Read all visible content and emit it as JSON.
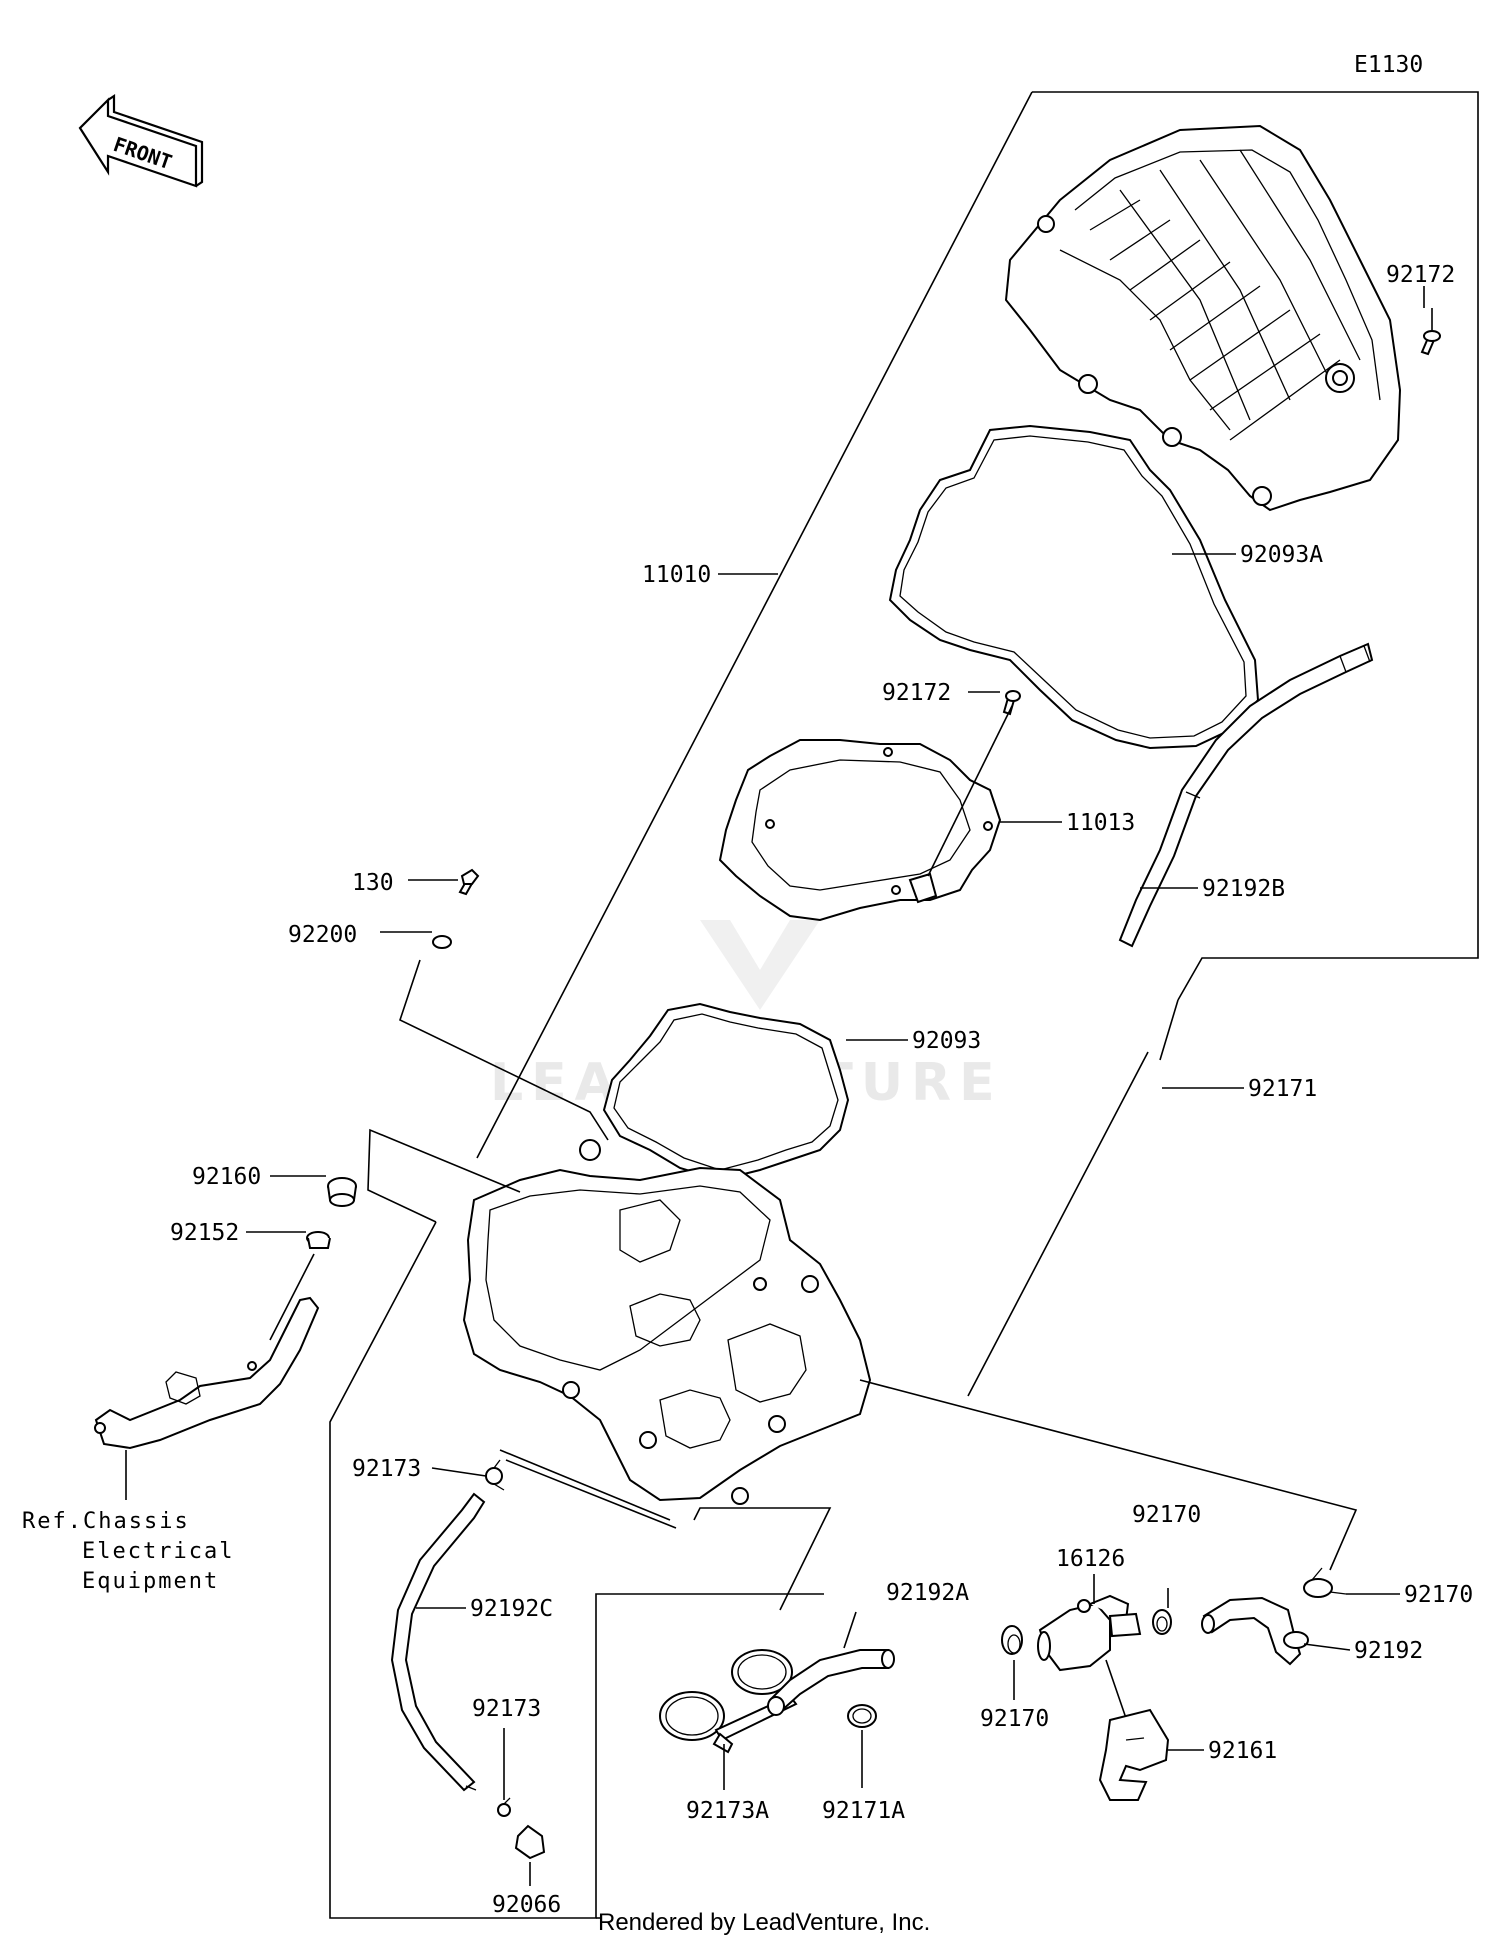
{
  "diagram_code": "E1130",
  "front_label": "FRONT",
  "watermark": "LEADVENTURE",
  "footer": "Rendered by LeadVenture, Inc.",
  "reference_note": [
    "Ref.Chassis",
    "Electrical",
    "Equipment"
  ],
  "part_labels": {
    "p11010": "11010",
    "p92172_top": "92172",
    "p92093A": "92093A",
    "p92172_mid": "92172",
    "p11013": "11013",
    "p92192B": "92192B",
    "p130": "130",
    "p92200": "92200",
    "p92093": "92093",
    "p92171": "92171",
    "p92160": "92160",
    "p92152": "92152",
    "p92173_a": "92173",
    "p92192C": "92192C",
    "p92173_b": "92173",
    "p92066": "92066",
    "p92173A": "92173A",
    "p92192A": "92192A",
    "p92171A": "92171A",
    "p92170_b": "92170",
    "p16126": "16126",
    "p92170_a": "92170",
    "p92170_c": "92170",
    "p92192": "92192",
    "p92161": "92161"
  }
}
